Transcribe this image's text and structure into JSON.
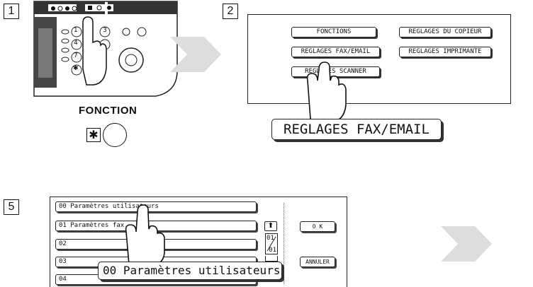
{
  "steps": [
    {
      "number": "1"
    },
    {
      "number": "2"
    },
    {
      "number": "5"
    }
  ],
  "step1": {
    "button_label": "FONCTION",
    "keypad_digits": [
      "1",
      "3",
      "4",
      "7",
      "✱"
    ]
  },
  "step2": {
    "menu_buttons": [
      "FONCTIONS",
      "REGLAGES DU COPIEUR",
      "REGLAGES FAX/EMAIL",
      "REGLAGES IMPRIMANTE",
      "REGLAGES SCANNER"
    ],
    "selected_label": "REGLAGES FAX/EMAIL"
  },
  "step5": {
    "rows": [
      "00  Paramètres utilisateurs",
      "01  Paramètres fax",
      "02",
      "03",
      "04"
    ],
    "ok_label": "O K",
    "cancel_label": "ANNULER",
    "page_indicator_top": "01",
    "page_indicator_bottom": "01",
    "selected_label": "00  Paramètres utilisateurs"
  }
}
